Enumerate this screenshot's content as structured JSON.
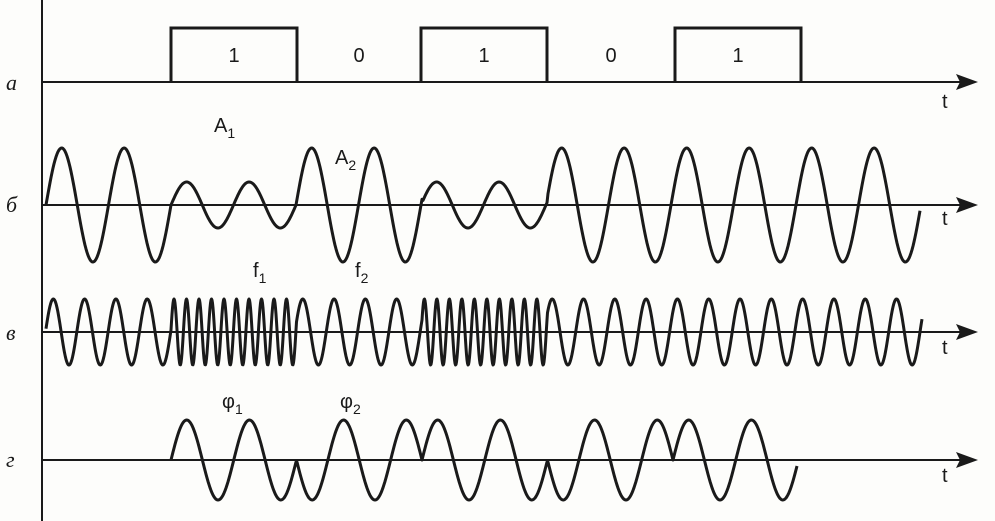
{
  "row_labels": [
    "а",
    "б",
    "в",
    "г"
  ],
  "axis_label": "t",
  "bits": [
    {
      "text": "1",
      "value": 1
    },
    {
      "text": "0",
      "value": 0
    },
    {
      "text": "1",
      "value": 1
    },
    {
      "text": "0",
      "value": 0
    },
    {
      "text": "1",
      "value": 1
    }
  ],
  "annotations": {
    "amplitude_1": {
      "base": "A",
      "sub": "1"
    },
    "amplitude_2": {
      "base": "A",
      "sub": "2"
    },
    "frequency_1": {
      "base": "f",
      "sub": "1"
    },
    "frequency_2": {
      "base": "f",
      "sub": "2"
    },
    "phase_1": {
      "base": "φ",
      "sub": "1"
    },
    "phase_2": {
      "base": "φ",
      "sub": "2"
    }
  },
  "colors": {
    "ink": "#1a1a1a",
    "paper": "#fdfdfb"
  }
}
